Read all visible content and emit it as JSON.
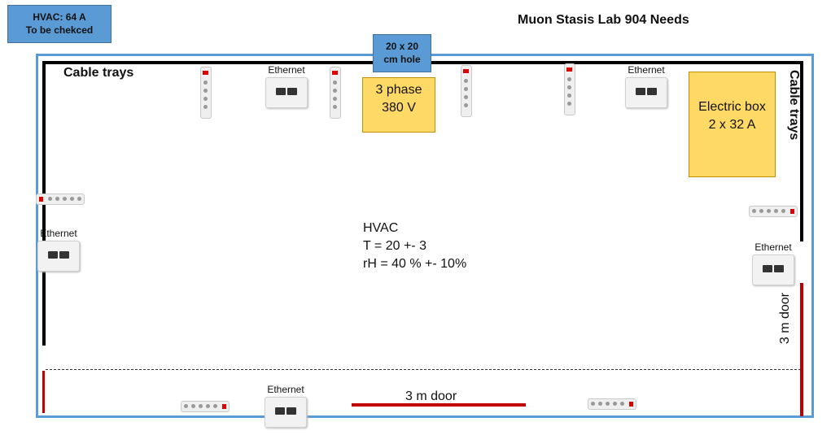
{
  "title": "Muon Stasis Lab 904 Needs",
  "hvac_note": {
    "line1": "HVAC: 64 A",
    "line2": "To be chekced"
  },
  "hole": {
    "line1": "20 x 20",
    "line2": "cm hole"
  },
  "cable_trays_left": "Cable trays",
  "cable_trays_right": "Cable trays",
  "three_phase": {
    "line1": "3 phase",
    "line2": "380 V"
  },
  "electric_box": {
    "line1": "Electric box",
    "line2": "2 x 32 A"
  },
  "hvac_spec": {
    "line1": "HVAC",
    "line2": "T =  20 +- 3",
    "line3": "rH = 40 % +- 10%"
  },
  "door_bottom": "3 m door",
  "door_right": "3 m door",
  "ethernet_label": "Ethernet",
  "colors": {
    "room_border": "#5b9bd5",
    "yellow_box": "#ffd966",
    "door": "#c00000",
    "tray": "#000000"
  },
  "icons": {
    "ethernet": "ethernet-socket-icon",
    "power_strip": "power-strip-icon"
  }
}
